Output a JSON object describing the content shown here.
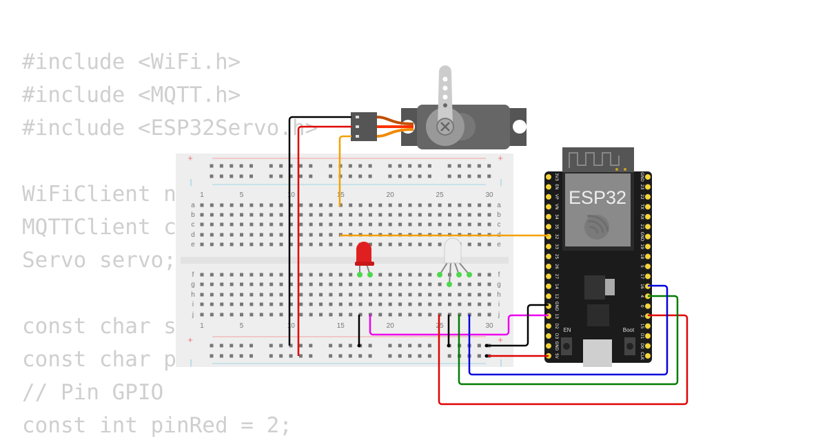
{
  "code_lines": [
    "#include <WiFi.h>",
    "#include <MQTT.h>",
    "#include <ESP32Servo.h>",
    "",
    "WiFiClient n",
    "MQTTClient c",
    "Servo servo;",
    "",
    "const char s",
    "const char p",
    "// Pin GPIO",
    "const int pinRed = 2;"
  ],
  "breadboard": {
    "row_letters_top": [
      "a",
      "b",
      "c",
      "d",
      "e"
    ],
    "row_letters_bottom": [
      "f",
      "g",
      "h",
      "i",
      "j"
    ],
    "column_numbers": [
      "1",
      "5",
      "10",
      "15",
      "20",
      "25",
      "30"
    ],
    "rail_plus": "+",
    "rail_minus": "|"
  },
  "esp32": {
    "label": "ESP32",
    "left_pins": [
      "3V3",
      "EN",
      "VP",
      "VN",
      "34",
      "35",
      "32",
      "33",
      "25",
      "26",
      "27",
      "14",
      "12",
      "GND",
      "13",
      "D2",
      "D3",
      "GND",
      "5V"
    ],
    "right_pins": [
      "GND",
      "23",
      "22",
      "TX",
      "RX",
      "21",
      "GND",
      "19",
      "18",
      "5",
      "17",
      "16",
      "4",
      "0",
      "2",
      "15",
      "D1",
      "D0",
      "CLK"
    ],
    "button_en": "EN",
    "button_boot": "Boot"
  },
  "colors": {
    "wire_black": "#000000",
    "wire_red": "#e00000",
    "wire_orange": "#f5a000",
    "wire_magenta": "#ee00ee",
    "wire_green": "#007a00",
    "wire_blue": "#0000dd",
    "pin_gold": "#f3d43d"
  }
}
